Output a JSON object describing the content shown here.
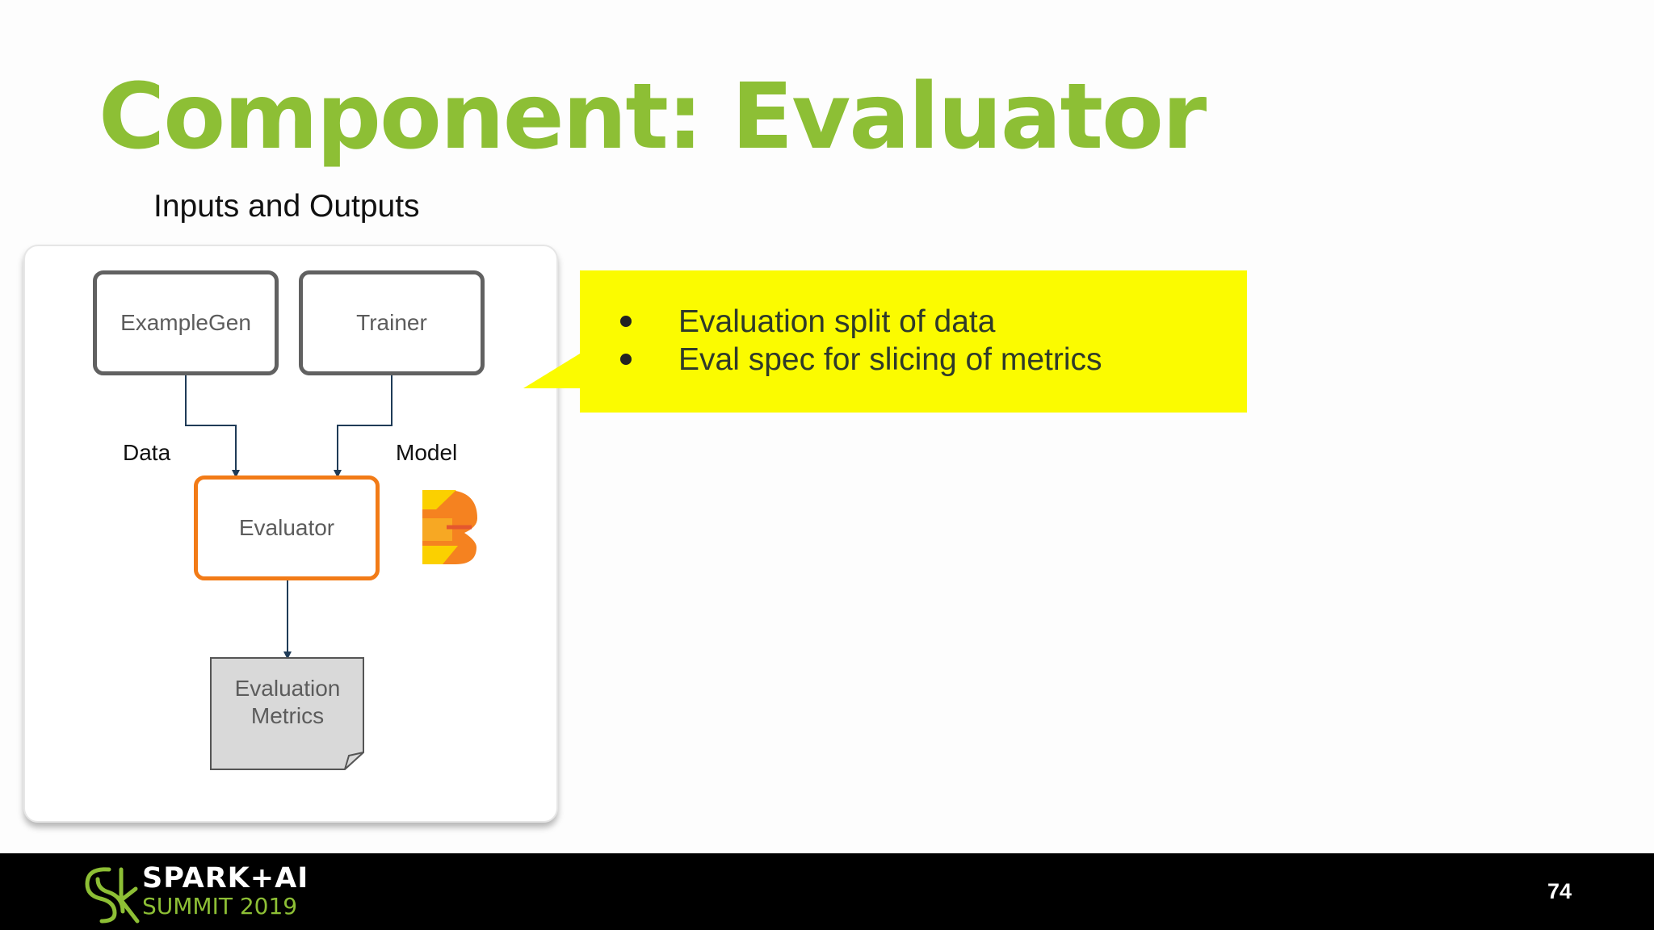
{
  "slide": {
    "title": "Component: Evaluator",
    "subtitle": "Inputs and Outputs",
    "page_number": "74"
  },
  "diagram": {
    "nodes": {
      "examplegen": "ExampleGen",
      "trainer": "Trainer",
      "evaluator": "Evaluator",
      "artifact_line1": "Evaluation",
      "artifact_line2": "Metrics"
    },
    "edge_labels": {
      "data": "Data",
      "model": "Model"
    },
    "logo_icon": "beam-logo-icon"
  },
  "callout": {
    "bullets": [
      "Evaluation split of data",
      "Eval spec for slicing of metrics"
    ]
  },
  "footer": {
    "logo_line1": "SPARK+AI",
    "logo_line2": "SUMMIT 2019"
  },
  "colors": {
    "title_green": "#8dbf35",
    "callout_yellow": "#fbfb00",
    "evaluator_orange": "#f27b17",
    "node_gray": "#616161",
    "connector": "#1f3b57",
    "footer_bg": "#000000"
  }
}
